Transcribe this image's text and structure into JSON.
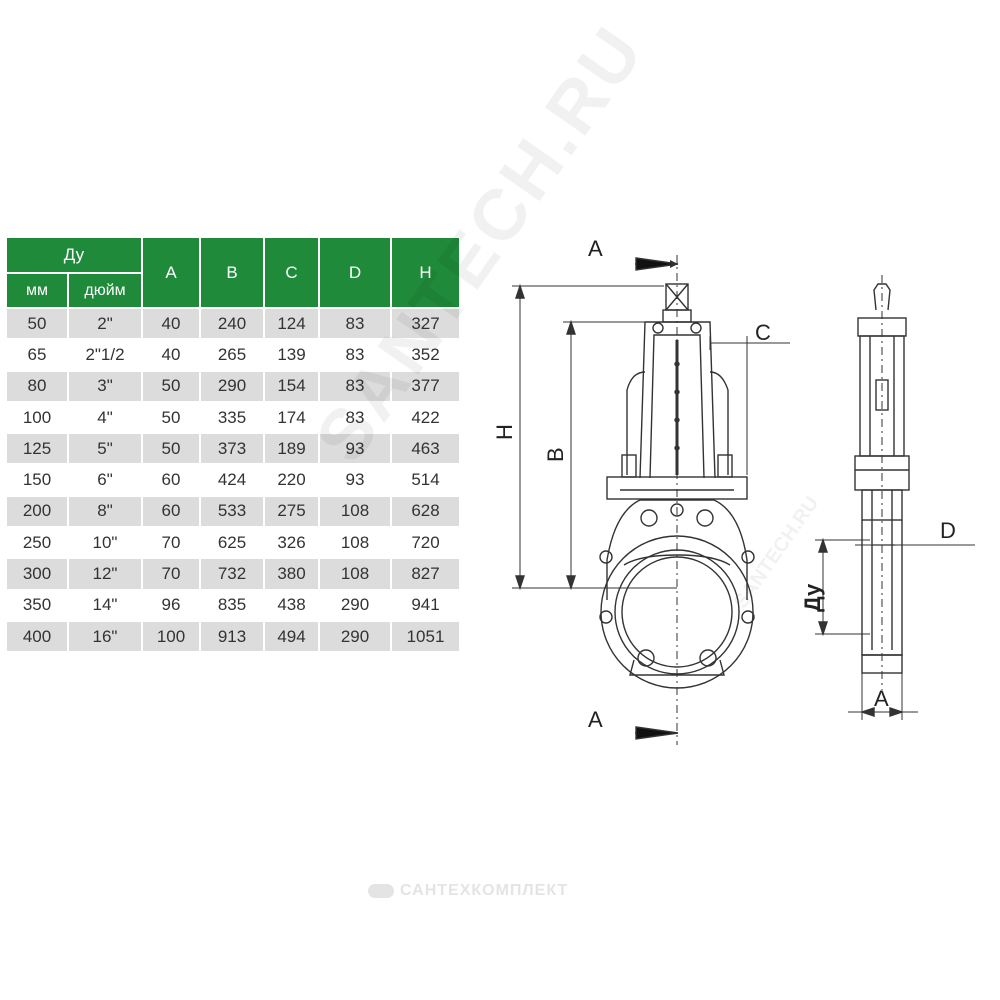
{
  "table": {
    "header_group": "Ду",
    "sub_headers": [
      "мм",
      "дюйм"
    ],
    "columns": [
      "A",
      "B",
      "C",
      "D",
      "H"
    ],
    "rows": [
      [
        "50",
        "2\"",
        "40",
        "240",
        "124",
        "83",
        "327"
      ],
      [
        "65",
        "2\"1/2",
        "40",
        "265",
        "139",
        "83",
        "352"
      ],
      [
        "80",
        "3\"",
        "50",
        "290",
        "154",
        "83",
        "377"
      ],
      [
        "100",
        "4\"",
        "50",
        "335",
        "174",
        "83",
        "422"
      ],
      [
        "125",
        "5\"",
        "50",
        "373",
        "189",
        "93",
        "463"
      ],
      [
        "150",
        "6\"",
        "60",
        "424",
        "220",
        "93",
        "514"
      ],
      [
        "200",
        "8\"",
        "60",
        "533",
        "275",
        "108",
        "628"
      ],
      [
        "250",
        "10\"",
        "70",
        "625",
        "326",
        "108",
        "720"
      ],
      [
        "300",
        "12\"",
        "70",
        "732",
        "380",
        "108",
        "827"
      ],
      [
        "350",
        "14\"",
        "96",
        "835",
        "438",
        "290",
        "941"
      ],
      [
        "400",
        "16\"",
        "100",
        "913",
        "494",
        "290",
        "1051"
      ]
    ],
    "colors": {
      "header_bg": "#1f8a3a",
      "row_stripe": "#dcdcdc"
    }
  },
  "drawing": {
    "section_label_top": "A",
    "section_label_bottom": "A",
    "dim_h": "H",
    "dim_b": "B",
    "dim_c": "C",
    "dim_d": "D",
    "dim_du": "Ду",
    "dim_a": "A"
  },
  "watermark": {
    "main": "SANTECH.RU",
    "small": "SANTECH.RU"
  },
  "footer": {
    "brand": "САНТЕХКОМПЛЕКТ"
  }
}
